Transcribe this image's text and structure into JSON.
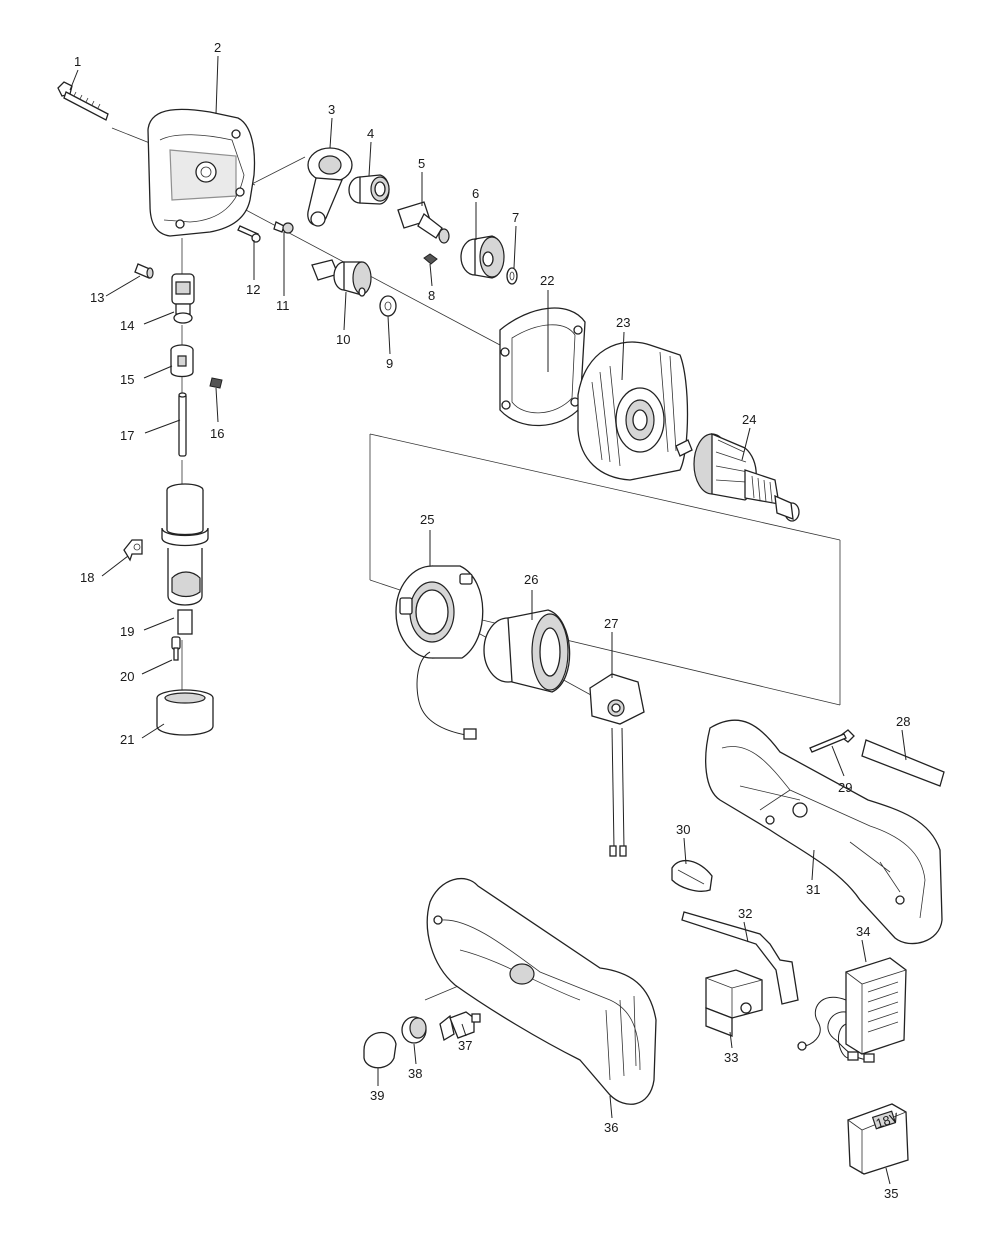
{
  "diagram": {
    "labels": [
      "1",
      "2",
      "3",
      "4",
      "5",
      "6",
      "7",
      "8",
      "9",
      "10",
      "11",
      "12",
      "13",
      "14",
      "15",
      "16",
      "17",
      "18",
      "19",
      "20",
      "21",
      "22",
      "23",
      "24",
      "25",
      "26",
      "27",
      "28",
      "29",
      "30",
      "31",
      "32",
      "33",
      "34",
      "35",
      "36",
      "37",
      "38",
      "39"
    ],
    "badge_text": "18V"
  }
}
